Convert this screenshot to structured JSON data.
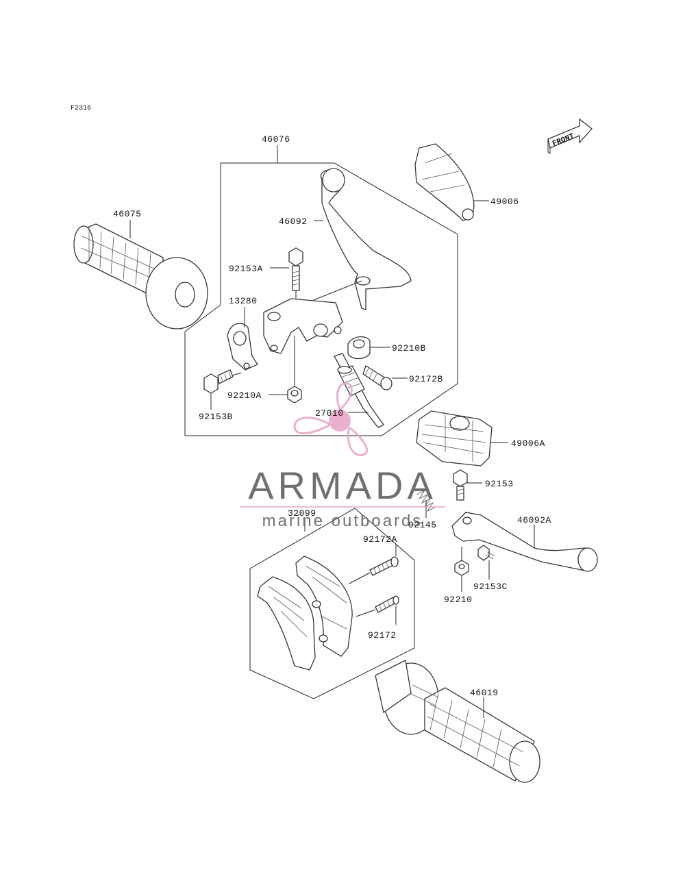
{
  "figure_code": "F2316",
  "front_label": "FRONT",
  "colors": {
    "line": "#222222",
    "watermark_grey": "#707070",
    "watermark_pink": "#e8a3c8"
  },
  "watermark": {
    "title": "ARMADA",
    "subtitle": "marine outboards"
  },
  "part_labels": {
    "p46076": "46076",
    "p46075": "46075",
    "p46092": "46092",
    "p92153A": "92153A",
    "p13280": "13280",
    "p92210B": "92210B",
    "p92172B": "92172B",
    "p92210A": "92210A",
    "p92153B": "92153B",
    "p27010": "27010",
    "p49006": "49006",
    "p49006A": "49006A",
    "p92153": "92153",
    "p92145": "92145",
    "p46092A": "46092A",
    "p32099": "32099",
    "p92172A": "92172A",
    "p92172": "92172",
    "p92210": "92210",
    "p92153C": "92153C",
    "p46019": "46019"
  }
}
